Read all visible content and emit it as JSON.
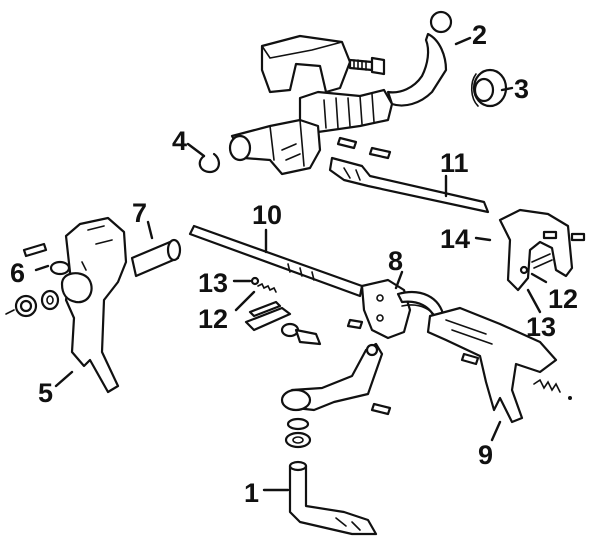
{
  "callouts": [
    {
      "id": "c1",
      "label": "1"
    },
    {
      "id": "c2",
      "label": "2"
    },
    {
      "id": "c3",
      "label": "3"
    },
    {
      "id": "c4",
      "label": "4"
    },
    {
      "id": "c5",
      "label": "5"
    },
    {
      "id": "c6",
      "label": "6"
    },
    {
      "id": "c7",
      "label": "7"
    },
    {
      "id": "c8",
      "label": "8"
    },
    {
      "id": "c9",
      "label": "9"
    },
    {
      "id": "c10",
      "label": "10"
    },
    {
      "id": "c11",
      "label": "11"
    },
    {
      "id": "c12a",
      "label": "12"
    },
    {
      "id": "c12b",
      "label": "12"
    },
    {
      "id": "c13a",
      "label": "13"
    },
    {
      "id": "c13b",
      "label": "13"
    },
    {
      "id": "c14",
      "label": "14"
    }
  ],
  "colors": {
    "ink": "#111111",
    "paper": "#ffffff"
  }
}
